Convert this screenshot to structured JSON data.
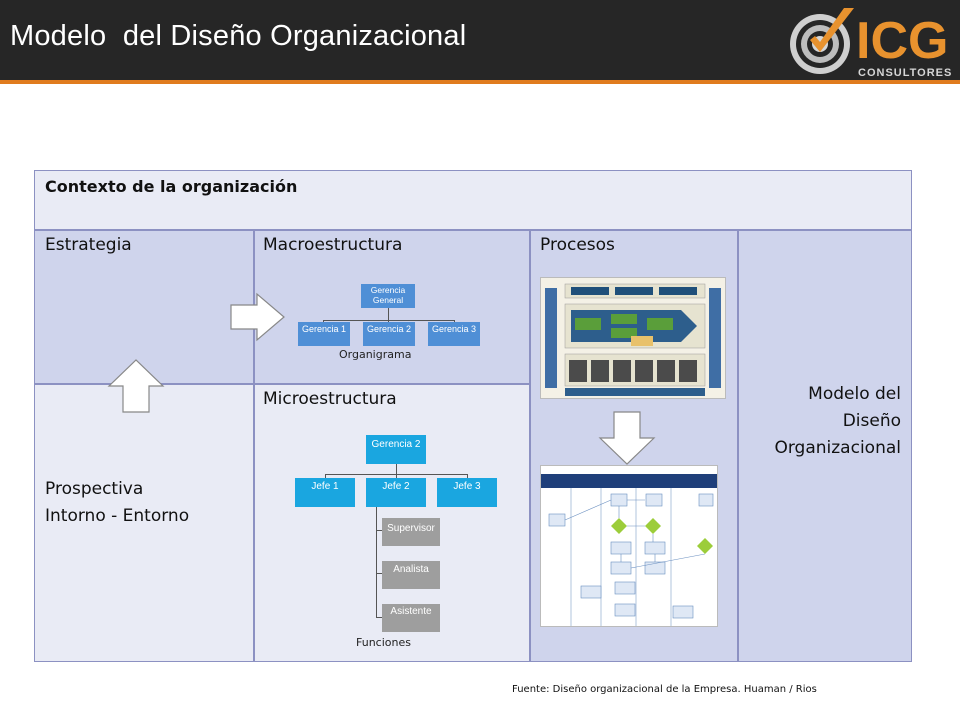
{
  "header": {
    "title": "Modelo  del Diseño Organizacional",
    "logo_text": "ICG",
    "logo_subtext": "CONSULTORES",
    "bg_color": "#262626",
    "accent_color": "#e07b1e"
  },
  "grid": {
    "context": "Contexto de la organización",
    "estrategia": "Estrategia",
    "prospectiva_line1": "Prospectiva",
    "prospectiva_line2": "Intorno - Entorno",
    "macro": "Macroestructura",
    "micro": "Microestructura",
    "procesos": "Procesos",
    "model_line1": "Modelo del",
    "model_line2": "Diseño",
    "model_line3": "Organizacional"
  },
  "organigrama": {
    "top": "Gerencia General",
    "children": [
      "Gerencia 1",
      "Gerencia 2",
      "Gerencia 3"
    ],
    "caption": "Organigrama"
  },
  "micro_chart": {
    "top": "Gerencia 2",
    "children": [
      "Jefe 1",
      "Jefe 2",
      "Jefe 3"
    ],
    "sub": [
      "Supervisor",
      "Analista",
      "Asistente"
    ],
    "caption": "Funciones"
  },
  "footer": {
    "source": "Fuente: Diseño organizacional de la Empresa. Huaman  / Rios"
  }
}
